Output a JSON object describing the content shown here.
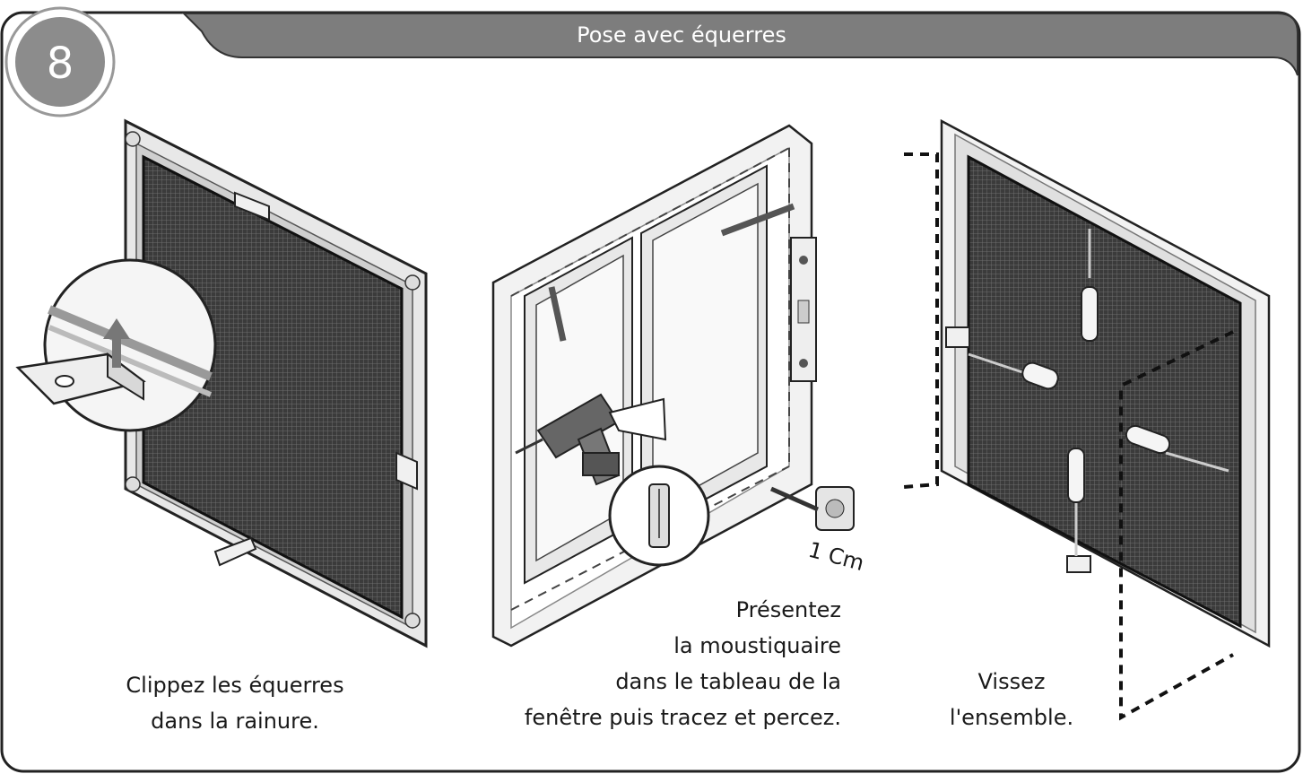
{
  "step": {
    "number": "8",
    "title": "Pose avec équerres"
  },
  "panels": [
    {
      "caption_lines": [
        "Clippez les équerres",
        "dans la rainure."
      ]
    },
    {
      "caption_lines": [
        "Présentez",
        "la moustiquaire",
        "dans le tableau de la",
        "fenêtre puis tracez et percez."
      ],
      "measurement": "1 Cm"
    },
    {
      "caption_lines": [
        "Vissez",
        "l'ensemble."
      ]
    }
  ]
}
